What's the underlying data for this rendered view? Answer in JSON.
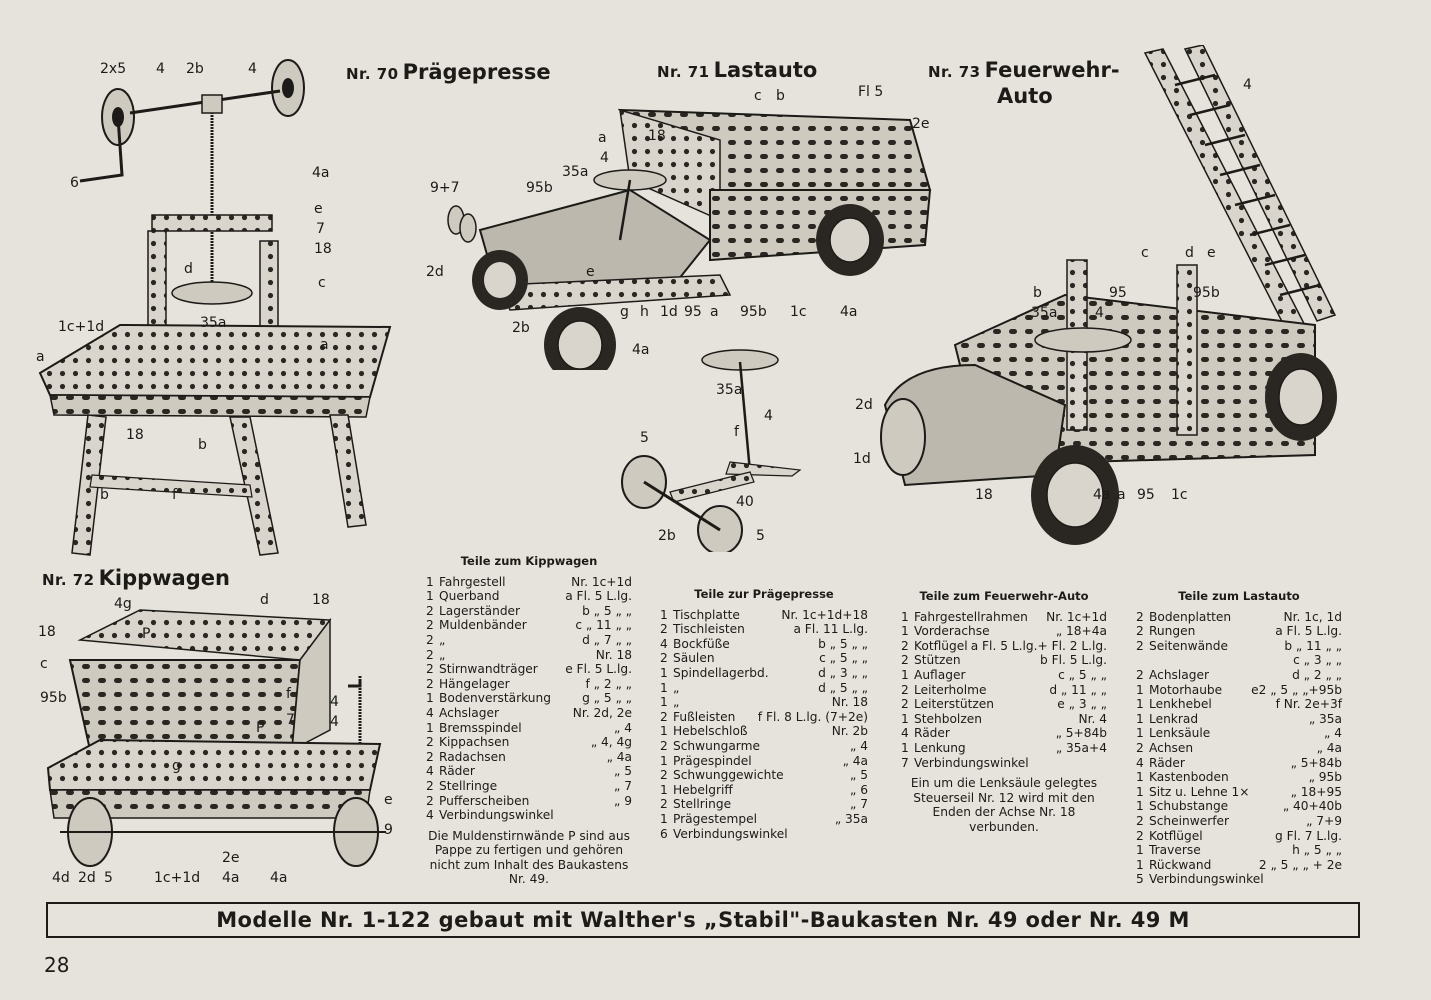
{
  "titles": {
    "m70": {
      "nr": "Nr. 70",
      "name": "Prägepresse"
    },
    "m71": {
      "nr": "Nr. 71",
      "name": "Lastauto"
    },
    "m73": {
      "nr": "Nr. 73",
      "name": "Feuerwehr-",
      "name2": "Auto"
    },
    "m72": {
      "nr": "Nr. 72",
      "name": "Kippwagen"
    }
  },
  "labels": {
    "m70": [
      "2x5",
      "4",
      "2b",
      "4",
      "6",
      "4a",
      "e",
      "7",
      "18",
      "c",
      "d",
      "35a",
      "1c+1d",
      "a",
      "a",
      "18",
      "b",
      "b",
      "f"
    ],
    "m71": [
      "c",
      "b",
      "Fl 5",
      "2e",
      "a",
      "18",
      "4",
      "35a",
      "9+7",
      "95b",
      "2d",
      "e",
      "2b",
      "g",
      "h",
      "1d",
      "95",
      "a",
      "95b",
      "1c",
      "4a",
      "4a"
    ],
    "steer": [
      "35a",
      "4",
      "5",
      "f",
      "40",
      "2b",
      "5"
    ],
    "m73": [
      "4",
      "c",
      "d",
      "e",
      "b",
      "95",
      "95b",
      "35a",
      "4",
      "2d",
      "1d",
      "18",
      "4a",
      "a",
      "95",
      "1c"
    ],
    "m72": [
      "4g",
      "d",
      "18",
      "18",
      "P",
      "c",
      "95b",
      "f",
      "P",
      "4",
      "7",
      "4",
      "e",
      "g",
      "9",
      "2e",
      "4a",
      "4d",
      "2d",
      "5",
      "1c+1d",
      "4a"
    ]
  },
  "parts_kipp": {
    "heading": "Teile zum Kippwagen",
    "rows": [
      [
        "1",
        "Fahrgestell",
        "Nr. 1c+1d"
      ],
      [
        "1",
        "Querband",
        "a Fl. 5 L.lg."
      ],
      [
        "2",
        "Lagerständer",
        "b „ 5 „ „"
      ],
      [
        "2",
        "Muldenbänder",
        "c „ 11 „ „"
      ],
      [
        "2",
        "„",
        "d „ 7 „ „"
      ],
      [
        "2",
        "„",
        "Nr. 18"
      ],
      [
        "2",
        "Stirnwandträger",
        "e Fl. 5 L.lg."
      ],
      [
        "2",
        "Hängelager",
        "f „ 2 „ „"
      ],
      [
        "1",
        "Bodenverstärkung",
        "g „ 5 „ „"
      ],
      [
        "4",
        "Achslager",
        "Nr. 2d, 2e"
      ],
      [
        "1",
        "Bremsspindel",
        "„ 4"
      ],
      [
        "2",
        "Kippachsen",
        "„ 4, 4g"
      ],
      [
        "2",
        "Radachsen",
        "„ 4a"
      ],
      [
        "4",
        "Räder",
        "„ 5"
      ],
      [
        "2",
        "Stellringe",
        "„ 7"
      ],
      [
        "2",
        "Pufferscheiben",
        "„ 9"
      ],
      [
        "4",
        "Verbindungswinkel",
        ""
      ]
    ],
    "note": "Die Muldenstirnwände P sind aus Pappe zu fertigen und gehören nicht zum Inhalt des Baukastens Nr. 49."
  },
  "parts_praege": {
    "heading": "Teile zur Prägepresse",
    "rows": [
      [
        "1",
        "Tischplatte",
        "Nr. 1c+1d+18"
      ],
      [
        "2",
        "Tischleisten",
        "a Fl. 11 L.lg."
      ],
      [
        "4",
        "Bockfüße",
        "b „ 5 „ „"
      ],
      [
        "2",
        "Säulen",
        "c „ 5 „ „"
      ],
      [
        "1",
        "Spindellagerbd.",
        "d „ 3 „ „"
      ],
      [
        "1",
        "„",
        "d „ 5 „ „"
      ],
      [
        "1",
        "„",
        "Nr. 18"
      ],
      [
        "2",
        "Fußleisten",
        "f Fl. 8 L.lg. (7+2e)"
      ],
      [
        "1",
        "Hebelschloß",
        "Nr. 2b"
      ],
      [
        "2",
        "Schwungarme",
        "„ 4"
      ],
      [
        "1",
        "Prägespindel",
        "„ 4a"
      ],
      [
        "2",
        "Schwunggewichte",
        "„ 5"
      ],
      [
        "1",
        "Hebelgriff",
        "„ 6"
      ],
      [
        "2",
        "Stellringe",
        "„ 7"
      ],
      [
        "1",
        "Prägestempel",
        "„ 35a"
      ],
      [
        "6",
        "Verbindungswinkel",
        ""
      ]
    ]
  },
  "parts_feuer": {
    "heading": "Teile zum Feuerwehr-Auto",
    "rows": [
      [
        "1",
        "Fahrgestellrahmen",
        "Nr. 1c+1d"
      ],
      [
        "1",
        "Vorderachse",
        "„ 18+4a"
      ],
      [
        "2",
        "Kotflügel",
        "a Fl. 5 L.lg.+ Fl. 2 L.lg."
      ],
      [
        "2",
        "Stützen",
        "b Fl. 5 L.lg."
      ],
      [
        "1",
        "Auflager",
        "c „ 5 „ „"
      ],
      [
        "2",
        "Leiterholme",
        "d „ 11 „ „"
      ],
      [
        "2",
        "Leiterstützen",
        "e „ 3 „ „"
      ],
      [
        "1",
        "Stehbolzen",
        "Nr. 4"
      ],
      [
        "4",
        "Räder",
        "„ 5+84b"
      ],
      [
        "1",
        "Lenkung",
        "„ 35a+4"
      ],
      [
        "7",
        "Verbindungswinkel",
        ""
      ]
    ],
    "note": "Ein um die Lenksäule gelegtes Steuerseil Nr. 12 wird mit den Enden der Achse Nr. 18 verbunden."
  },
  "parts_last": {
    "heading": "Teile zum Lastauto",
    "rows": [
      [
        "2",
        "Bodenplatten",
        "Nr. 1c, 1d"
      ],
      [
        "2",
        "Rungen",
        "a Fl. 5 L.lg."
      ],
      [
        "2",
        "Seitenwände",
        "b „ 11 „ „"
      ],
      [
        "",
        "",
        "c „ 3 „ „"
      ],
      [
        "2",
        "Achslager",
        "d „ 2 „ „"
      ],
      [
        "1",
        "Motorhaube",
        "e2 „ 5 „ „+95b"
      ],
      [
        "1",
        "Lenkhebel",
        "f Nr. 2e+3f"
      ],
      [
        "1",
        "Lenkrad",
        "„ 35a"
      ],
      [
        "1",
        "Lenksäule",
        "„ 4"
      ],
      [
        "2",
        "Achsen",
        "„ 4a"
      ],
      [
        "4",
        "Räder",
        "„ 5+84b"
      ],
      [
        "1",
        "Kastenboden",
        "„ 95b"
      ],
      [
        "1",
        "Sitz u. Lehne 1×",
        "„ 18+95"
      ],
      [
        "1",
        "Schubstange",
        "„ 40+40b"
      ],
      [
        "2",
        "Scheinwerfer",
        "„ 7+9"
      ],
      [
        "2",
        "Kotflügel",
        "g Fl. 7 L.lg."
      ],
      [
        "1",
        "Traverse",
        "h „ 5 „ „"
      ],
      [
        "1",
        "Rückwand",
        "2 „ 5 „ „ + 2e"
      ],
      [
        "5",
        "Verbindungswinkel",
        ""
      ]
    ]
  },
  "banner": "Modelle Nr. 1-122 gebaut mit Walther's „Stabil\"-Baukasten Nr. 49 oder Nr. 49 M",
  "page_number": "28"
}
